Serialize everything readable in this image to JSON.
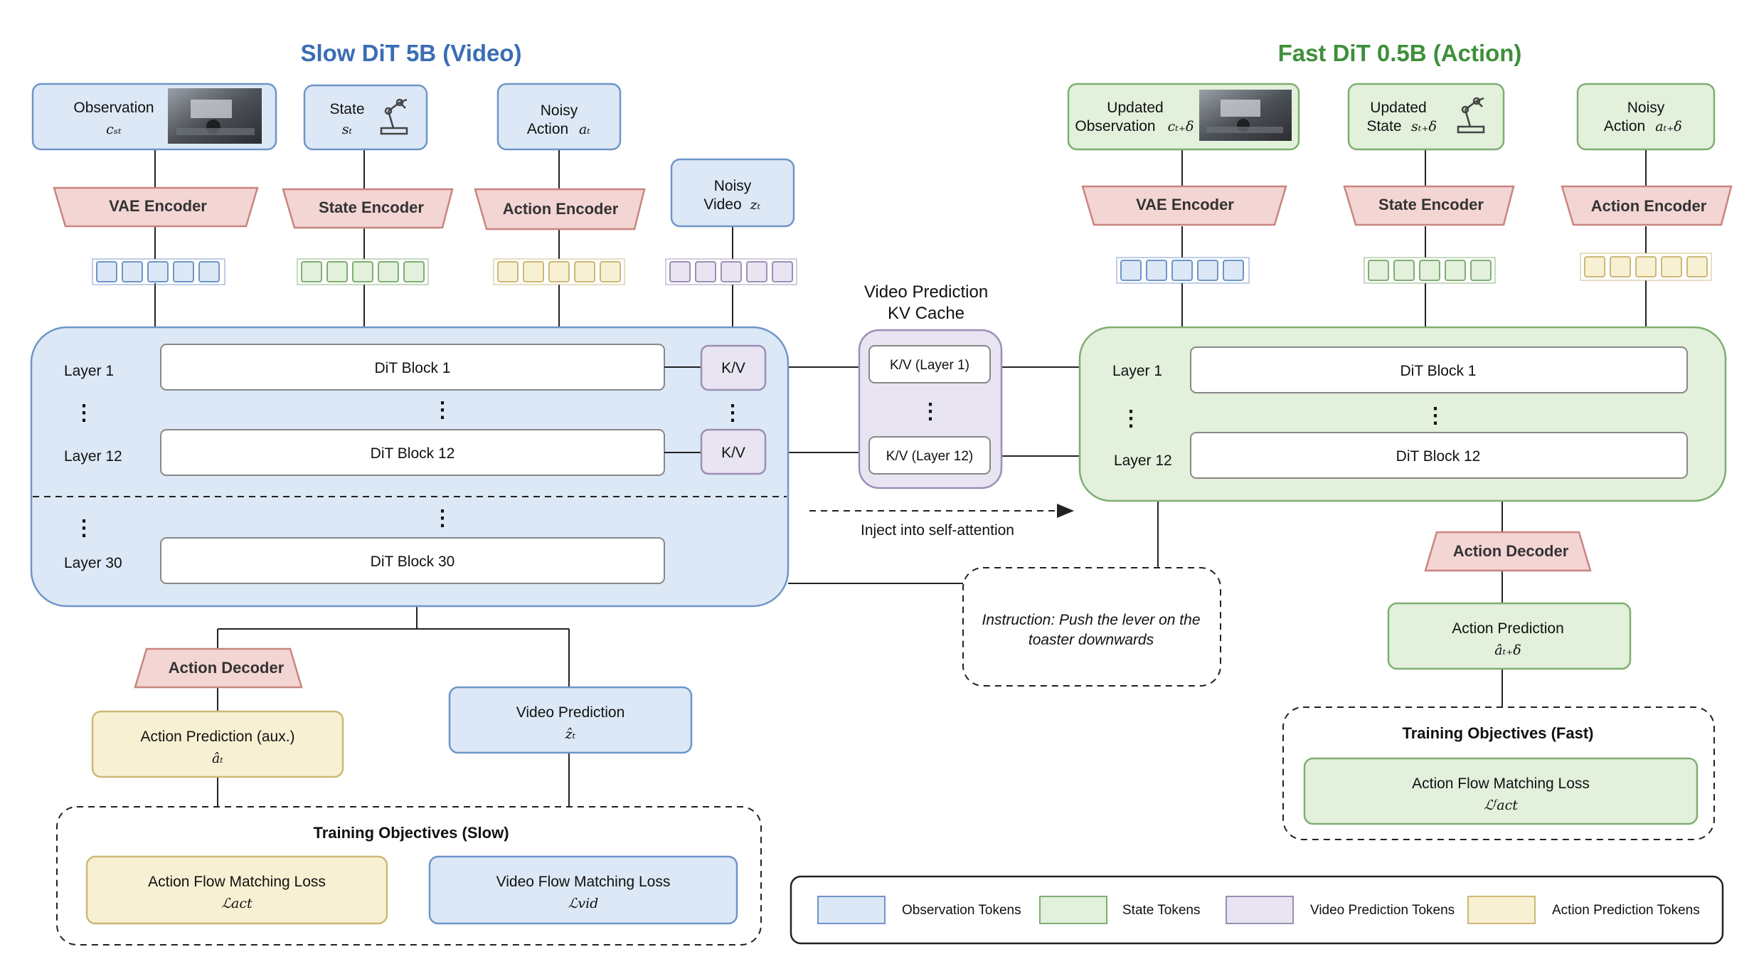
{
  "titles": {
    "slow": "Slow DiT 5B (Video)",
    "fast": "Fast DiT 0.5B (Action)"
  },
  "slow": {
    "inputs": {
      "observation": {
        "label": "Observation",
        "math": "cₛₜ"
      },
      "state": {
        "label": "State",
        "math": "sₜ"
      },
      "noisy_action": {
        "label1": "Noisy",
        "label2": "Action",
        "math": "aₜ"
      },
      "noisy_video": {
        "label1": "Noisy",
        "label2": "Video",
        "math": "zₜ"
      }
    },
    "encoders": {
      "vae": "VAE Encoder",
      "state": "State Encoder",
      "action": "Action Encoder"
    },
    "layers": {
      "layer1": "Layer 1",
      "layer12": "Layer 12",
      "layer30": "Layer 30",
      "block1": "DiT Block 1",
      "block12": "DiT Block 12",
      "block30": "DiT Block 30",
      "kv": "K/V",
      "dots": "⋮"
    },
    "action_decoder": "Action Decoder",
    "action_prediction": {
      "label": "Action Prediction (aux.)",
      "math": "âₜ"
    },
    "video_prediction": {
      "label": "Video Prediction",
      "math": "ẑₜ"
    },
    "objectives": {
      "title": "Training Objectives (Slow)",
      "action_loss": {
        "label": "Action Flow Matching Loss",
        "math": "ℒact"
      },
      "video_loss": {
        "label": "Video Flow Matching Loss",
        "math": "ℒvid"
      }
    }
  },
  "cache": {
    "title1": "Video Prediction",
    "title2": "KV Cache",
    "kv1": "K/V (Layer 1)",
    "kv12": "K/V (Layer 12)",
    "dots": "⋮",
    "inject": "Inject into self-attention"
  },
  "instruction": {
    "line1": "Instruction: Push the lever on the",
    "line2": "toaster downwards"
  },
  "fast": {
    "inputs": {
      "observation": {
        "label1": "Updated",
        "label2": "Observation",
        "math": "cₜ₊δ"
      },
      "state": {
        "label1": "Updated",
        "label2": "State",
        "math": "sₜ₊δ"
      },
      "noisy_action": {
        "label1": "Noisy",
        "label2": "Action",
        "math": "aₜ₊δ"
      }
    },
    "encoders": {
      "vae": "VAE Encoder",
      "state": "State Encoder",
      "action": "Action Encoder"
    },
    "layers": {
      "layer1": "Layer 1",
      "layer12": "Layer 12",
      "block1": "DiT Block 1",
      "block12": "DiT Block 12",
      "dots": "⋮"
    },
    "action_decoder": "Action Decoder",
    "action_prediction": {
      "label": "Action Prediction",
      "math": "âₜ₊δ"
    },
    "objectives": {
      "title": "Training Objectives (Fast)",
      "action_loss": {
        "label": "Action Flow Matching Loss",
        "math": "ℒᶠact"
      }
    }
  },
  "legend": {
    "observation": "Observation Tokens",
    "state": "State Tokens",
    "video": "Video Prediction Tokens",
    "action": "Action Prediction Tokens"
  },
  "colors": {
    "blue_fill": "#dce8f6",
    "blue_stroke": "#6f95c8",
    "green_fill": "#e2f0dc",
    "green_stroke": "#7fae72",
    "purple_fill": "#e9e4f1",
    "purple_stroke": "#9b8fb5",
    "yellow_fill": "#f8f0d2",
    "yellow_stroke": "#cdb877",
    "encoder_fill": "#f3d5d3",
    "encoder_stroke": "#c98580"
  },
  "icons": {
    "observation_image": "robot-camera-image",
    "state_icon": "robot-arm-icon"
  }
}
